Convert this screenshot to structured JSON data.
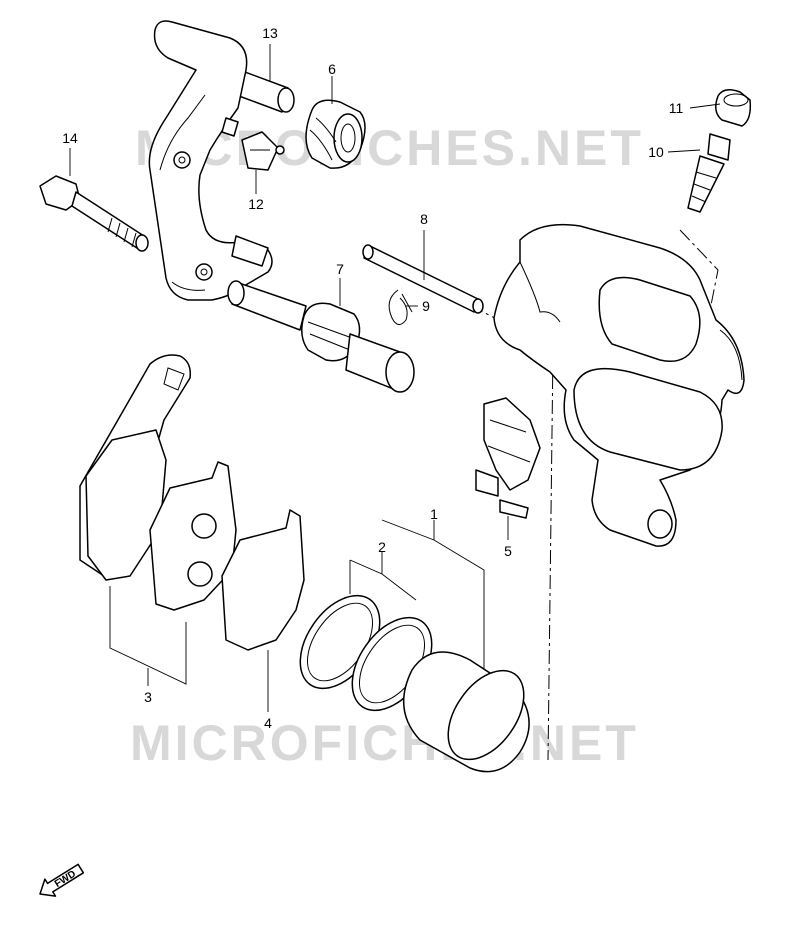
{
  "watermarks": [
    "MICROFICHES.NET",
    "MICROFICHES.NET"
  ],
  "callouts": [
    {
      "id": "1",
      "label": "1"
    },
    {
      "id": "2",
      "label": "2"
    },
    {
      "id": "3",
      "label": "3"
    },
    {
      "id": "4",
      "label": "4"
    },
    {
      "id": "5",
      "label": "5"
    },
    {
      "id": "6",
      "label": "6"
    },
    {
      "id": "7",
      "label": "7"
    },
    {
      "id": "8",
      "label": "8"
    },
    {
      "id": "9",
      "label": "9"
    },
    {
      "id": "10",
      "label": "10"
    },
    {
      "id": "11",
      "label": "11"
    },
    {
      "id": "12",
      "label": "12"
    },
    {
      "id": "13",
      "label": "13"
    },
    {
      "id": "14",
      "label": "14"
    }
  ],
  "direction_badge": {
    "label": "FWD",
    "icon": "fwd-arrow-icon"
  },
  "colors": {
    "line": "#000000",
    "background": "#ffffff",
    "watermark": "#d8d8d8"
  }
}
